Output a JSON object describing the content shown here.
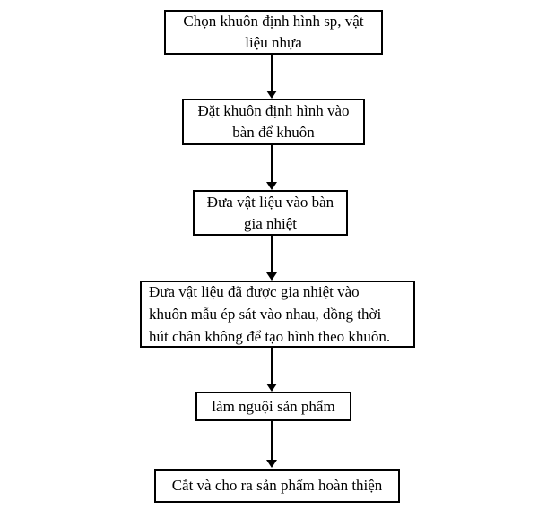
{
  "page": {
    "background_color": "#ffffff",
    "text_color": "#000000",
    "border_color": "#000000",
    "arrow_color": "#000000"
  },
  "flowchart": {
    "type": "flowchart",
    "direction": "top-down",
    "connector_count": 5,
    "steps": [
      {
        "label": [
          "Chọn khuôn định hình sp, vật",
          "liệu nhựa"
        ]
      },
      {
        "label": [
          "Đặt khuôn định hình vào",
          "bàn để khuôn"
        ]
      },
      {
        "label": [
          "Đưa vật liệu vào bàn",
          "gia nhiệt"
        ]
      },
      {
        "label": [
          "Đưa vật liệu đã được gia nhiệt vào",
          "khuôn mẫu ép sát vào nhau, dồng thời",
          "hút chân không để tạo hình theo khuôn."
        ]
      },
      {
        "label": [
          "làm nguội sản phẩm"
        ]
      },
      {
        "label": [
          "Cắt và cho ra sản phẩm hoàn thiện"
        ]
      }
    ]
  }
}
